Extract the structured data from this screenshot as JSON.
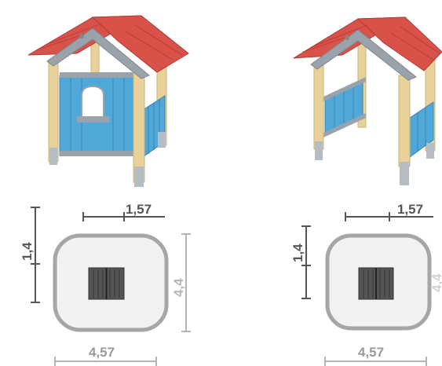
{
  "products": [
    {
      "variant": "playhouse-with-front-panel",
      "dimensions": {
        "top_width": "1,57",
        "left_height": "1,4",
        "right_height": "4,4",
        "bottom_width": "4,57"
      },
      "colors": {
        "roof": "#d9524a",
        "panel": "#4fa8d8",
        "post": "#e8d29a",
        "frame": "#9aa3ab",
        "zone_border": "#a6a6a6",
        "zone_fill": "#f2f2f2"
      }
    },
    {
      "variant": "playhouse-open-front",
      "dimensions": {
        "top_width": "1,57",
        "left_height": "1,4",
        "right_height": "4,4",
        "bottom_width": "4,57"
      },
      "colors": {
        "roof": "#d9524a",
        "panel": "#4fa8d8",
        "post": "#e8d29a",
        "frame": "#9aa3ab",
        "zone_border": "#a6a6a6",
        "zone_fill": "#f2f2f2"
      }
    }
  ]
}
